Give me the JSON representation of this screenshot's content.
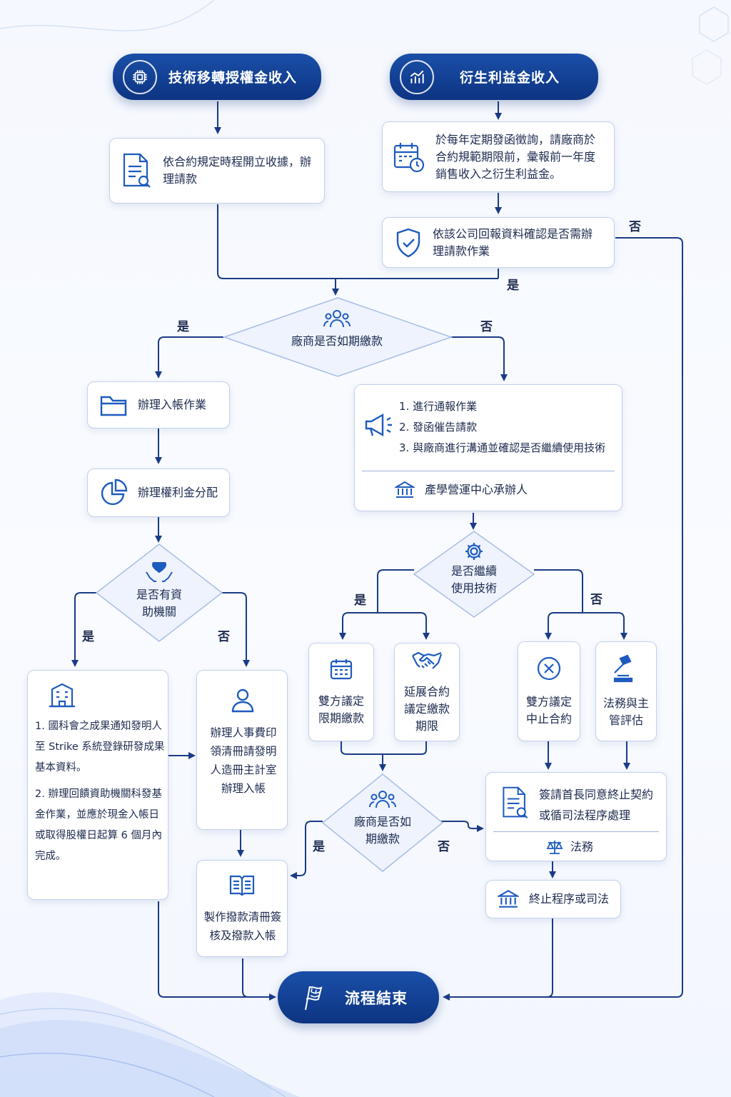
{
  "top": {
    "left_title": "技術移轉授權金收入",
    "right_title": "衍生利益金收入"
  },
  "left_flow": {
    "invoice": "依合約規定時程開立收據，辦理請款",
    "accounting": "辦理入帳作業",
    "distribution": "辦理權利金分配",
    "funding_decision": "是否有資助機關",
    "funded_steps": [
      "1. 國科會之成果通知發明人至 Strike 系統登錄研發成果基本資料。",
      "2. 辦理回饋資助機關科發基金作業，並應於現金入帳日或取得股權日起算 6 個月內完成。"
    ],
    "unfunded": "辦理人事費印領清冊請發明人造冊主計室辦理入帳",
    "disburse": "製作撥款清冊簽核及撥款入帳"
  },
  "right_flow": {
    "inquiry": "於每年定期發函徵詢，請廠商於合約規範期限前，彙報前一年度銷售收入之衍生利益金。",
    "confirm": "依該公司回報資料確認是否需辦理請款作業"
  },
  "decision_paid": "廠商是否如期繳款",
  "notify": {
    "items": [
      "1. 進行通報作業",
      "2. 發函催告請款",
      "3. 與廠商進行溝通並確認是否繼續使用技術"
    ],
    "owner": "產學營運中心承辦人"
  },
  "decision_continue": "是否繼續使用技術",
  "options": {
    "deadline": "雙方議定限期繳款",
    "extend": "延展合約議定繳款期限",
    "terminate": "雙方議定中止合約",
    "legal": "法務與主管評估"
  },
  "decision_paid2": "廠商是否如期繳款",
  "terminate_sign": {
    "text": "簽請首長同意終止契約或循司法程序處理",
    "owner": "法務"
  },
  "terminate_end": "終止程序或司法",
  "end": "流程結束",
  "tags": {
    "yes": "是",
    "no": "否"
  }
}
